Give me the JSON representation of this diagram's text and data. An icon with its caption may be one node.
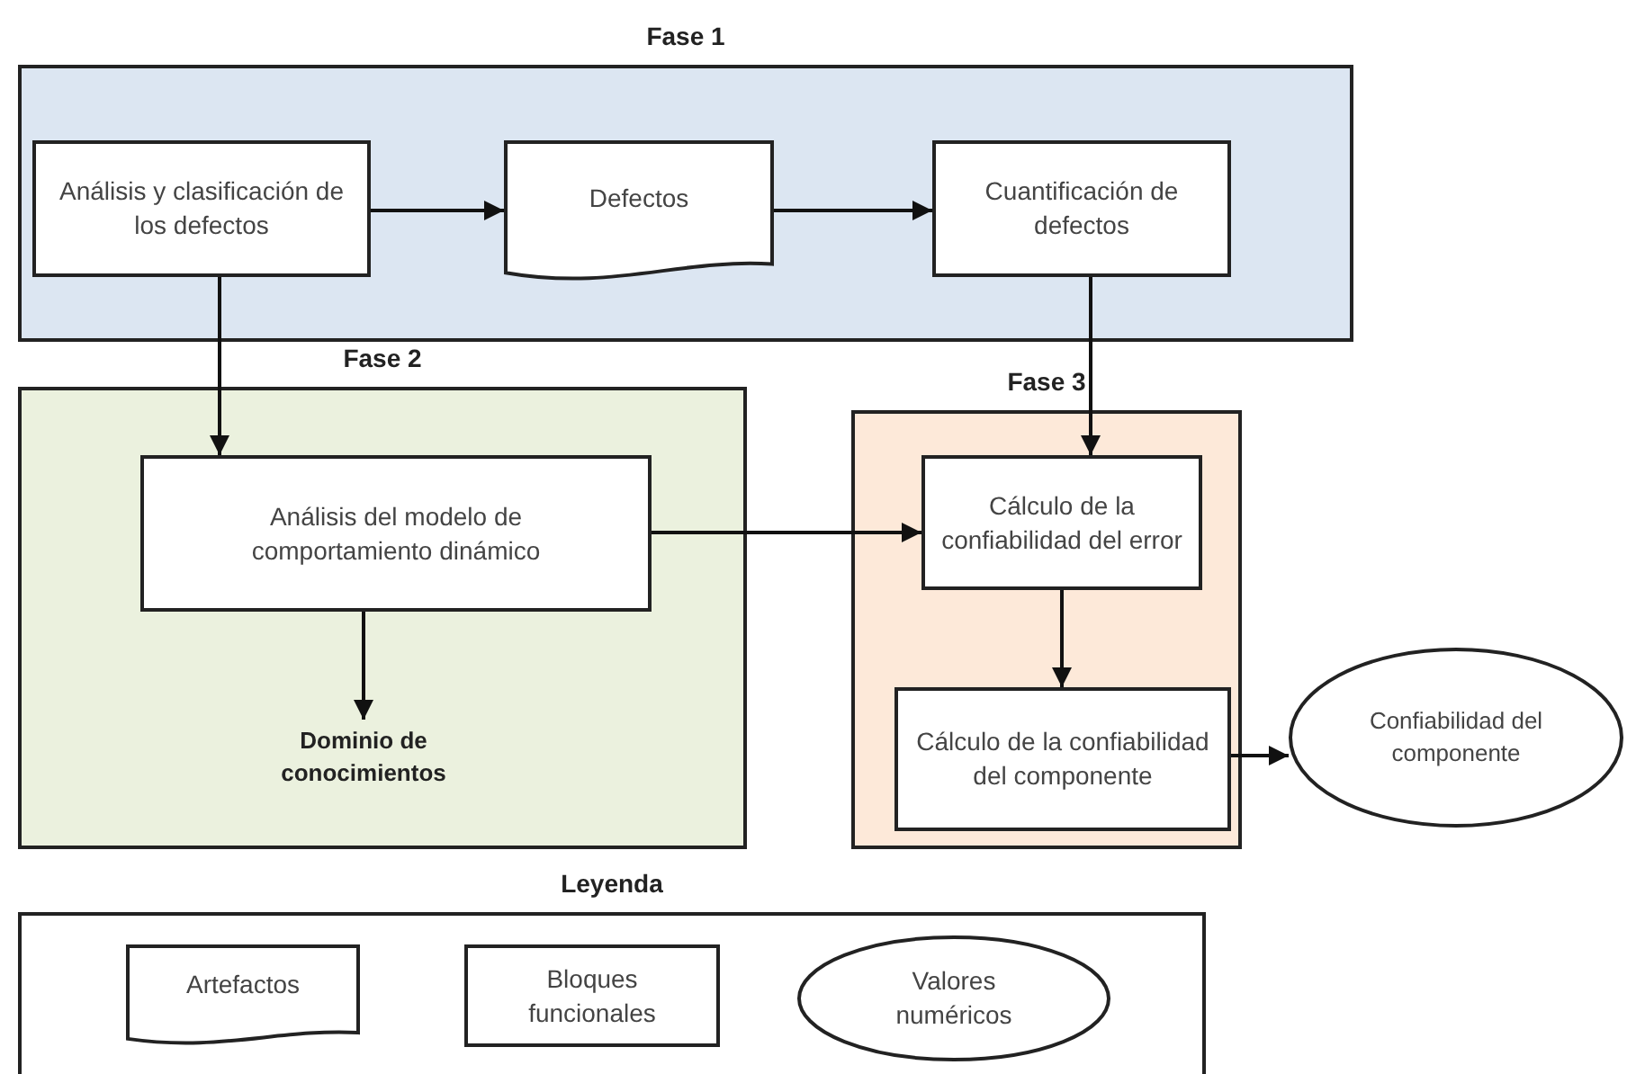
{
  "diagram": {
    "nodes": [
      {
        "text": [
          "Fase 1"
        ]
      },
      {
        "text": [
          "Análisis y clasificación de los defectos"
        ],
        "in": 0
      },
      {
        "text": [
          "Defectos"
        ],
        "in": 0
      },
      {
        "text": [
          "Cuantificación de defectos"
        ],
        "in": 0
      },
      {
        "text": [
          "Fase 2"
        ]
      },
      {
        "text": [
          "Análisis del modelo de comportamiento dinámico"
        ],
        "in": 4
      },
      {
        "text": [
          "Dominio de conocimientos"
        ],
        "in": 4
      },
      {
        "text": [
          "Fase 3"
        ]
      },
      {
        "text": [
          "Cálculo de la confiabilidad del error"
        ],
        "in": 7
      },
      {
        "text": [
          "Cálculo de la confiabilidad del componente"
        ],
        "in": 7
      },
      {
        "text": [
          "Confiabilidad del componente"
        ]
      },
      {
        "text": [
          "Leyenda"
        ]
      },
      {
        "text": [
          "Artefactos"
        ],
        "in": 11
      },
      {
        "text": [
          "Bloques funcionales"
        ],
        "in": 11
      },
      {
        "text": [
          "Valores numéricos"
        ],
        "in": 11
      }
    ],
    "edges": [
      {
        "from": 1,
        "to": 2,
        "arrow": "to"
      },
      {
        "from": 2,
        "to": 3,
        "arrow": "to"
      },
      {
        "from": 1,
        "to": 5,
        "arrow": "to"
      },
      {
        "from": 3,
        "to": 8,
        "arrow": "to"
      },
      {
        "from": 5,
        "to": 8,
        "arrow": "to"
      },
      {
        "from": 5,
        "to": 6,
        "arrow": "to"
      },
      {
        "from": 8,
        "to": 9,
        "arrow": "to"
      },
      {
        "from": 9,
        "to": 10,
        "arrow": "to"
      }
    ]
  }
}
